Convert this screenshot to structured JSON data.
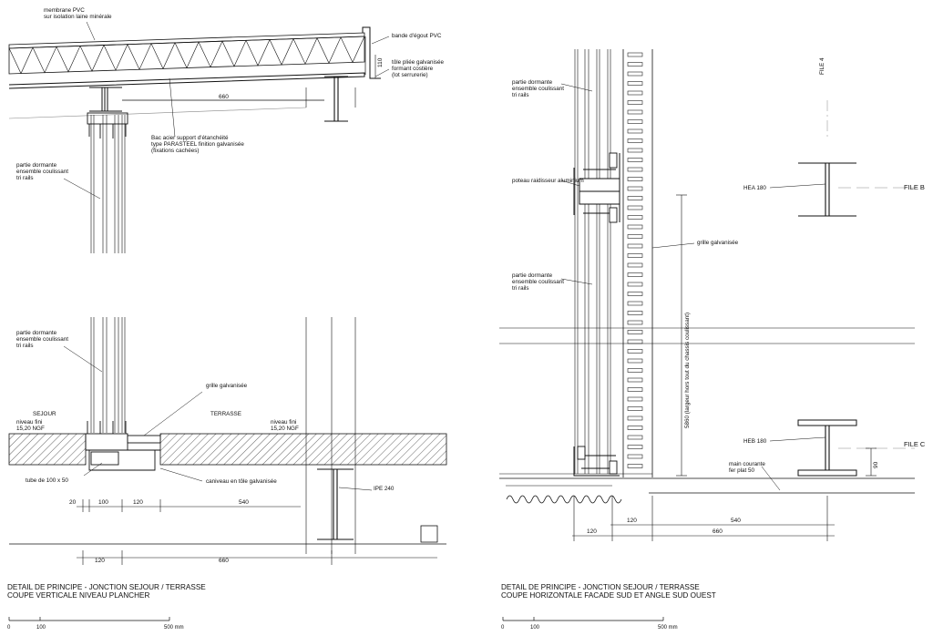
{
  "left": {
    "notes": {
      "membrane": [
        "membrane PVC",
        "sur isolation laine minérale"
      ],
      "bande": "bande d'égout PVC",
      "tole": [
        "tôle pliée galvanisée",
        "formant costière",
        "(lot serrurerie)"
      ],
      "bac": [
        "Bac acier support d'étanchéité",
        "type PARASTEEL finition galvanisée",
        "(fixations cachées)"
      ],
      "dormante_top": [
        "partie dormante",
        "ensemble coulissant",
        "tri rails"
      ],
      "dormante_bottom": [
        "partie dormante",
        "ensemble coulissant",
        "tri rails"
      ],
      "grille": "grille galvanisée",
      "sejour": "SEJOUR",
      "terrasse": "TERRASSE",
      "niveau_left": [
        "niveau fini",
        "15,20 NGF"
      ],
      "niveau_right": [
        "niveau fini",
        "15,20 NGF"
      ],
      "tube": "tube de 100 x 50",
      "caniveau": "caniveau en tôle galvanisée",
      "ipe": "IPE 240"
    },
    "dims": {
      "d110": "110",
      "d660_top": "660",
      "d20": "20",
      "d100": "100",
      "d120": "120",
      "d540": "540",
      "d120b": "120",
      "d660b": "660"
    },
    "title": [
      "DETAIL DE PRINCIPE - JONCTION SEJOUR / TERRASSE",
      "COUPE VERTICALE NIVEAU PLANCHER"
    ],
    "scale": [
      "0",
      "100",
      "500 mm"
    ]
  },
  "right": {
    "notes": {
      "dormante_1": [
        "partie dormante",
        "ensemble coulissant",
        "tri rails"
      ],
      "poteau": "poteau raidisseur aluminium",
      "dormante_2": [
        "partie dormante",
        "ensemble coulissant",
        "tri rails"
      ],
      "grille": "grille galvanisée",
      "largeur": "5860 (largeur hors tout du chassis coulissant)",
      "hea": "HEA 180",
      "heb": "HEB 180",
      "main_courante": [
        "main courante",
        "fer plat 50"
      ],
      "file4": "FILE 4",
      "fileB": "FILE B",
      "fileC": "FILE C"
    },
    "dims": {
      "d90": "90",
      "d120a": "120",
      "d540": "540",
      "d120b": "120",
      "d660": "660"
    },
    "title": [
      "DETAIL DE PRINCIPE - JONCTION SEJOUR / TERRASSE",
      "COUPE HORIZONTALE FACADE SUD ET ANGLE SUD OUEST"
    ],
    "scale": [
      "0",
      "100",
      "500 mm"
    ]
  }
}
